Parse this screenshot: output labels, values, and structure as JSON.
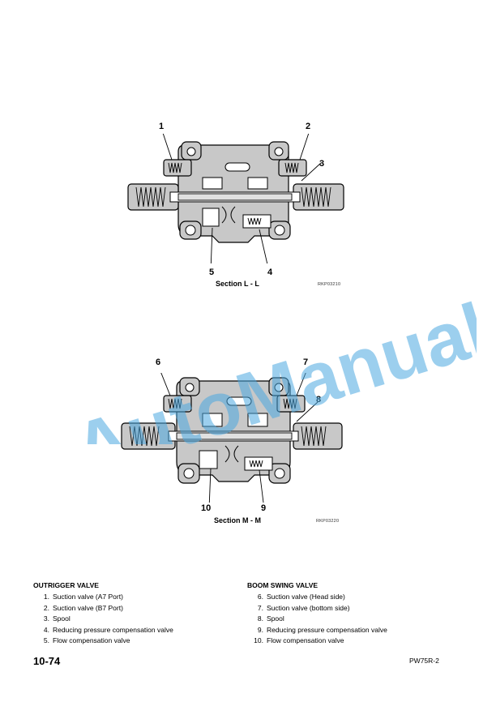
{
  "figures": {
    "top": {
      "caption": "Section L - L",
      "code": "RKP03210",
      "callouts": [
        "1",
        "2",
        "3",
        "4",
        "5"
      ]
    },
    "bottom": {
      "caption": "Section M - M",
      "code": "RKP03220",
      "callouts": [
        "6",
        "7",
        "8",
        "9",
        "10"
      ]
    }
  },
  "watermark": "AutoManual",
  "legend": {
    "left": {
      "title": "OUTRIGGER VALVE",
      "items": [
        {
          "num": "1.",
          "text": "Suction valve (A7 Port)"
        },
        {
          "num": "2.",
          "text": "Suction valve (B7 Port)"
        },
        {
          "num": "3.",
          "text": "Spool"
        },
        {
          "num": "4.",
          "text": "Reducing pressure compensation valve"
        },
        {
          "num": "5.",
          "text": "Flow compensation valve"
        }
      ]
    },
    "right": {
      "title": "BOOM SWING VALVE",
      "items": [
        {
          "num": "6.",
          "text": "Suction valve (Head side)"
        },
        {
          "num": "7.",
          "text": "Suction valve (bottom side)"
        },
        {
          "num": "8.",
          "text": "Spool"
        },
        {
          "num": "9.",
          "text": "Reducing pressure compensation valve"
        },
        {
          "num": "10.",
          "text": "Flow compensation valve"
        }
      ]
    }
  },
  "footer": {
    "page_number": "10-74",
    "model": "PW75R-2"
  },
  "colors": {
    "watermark": "#4aa8e0",
    "metal": "#c8c8c8",
    "cavity": "#ffffff",
    "line": "#000000"
  }
}
